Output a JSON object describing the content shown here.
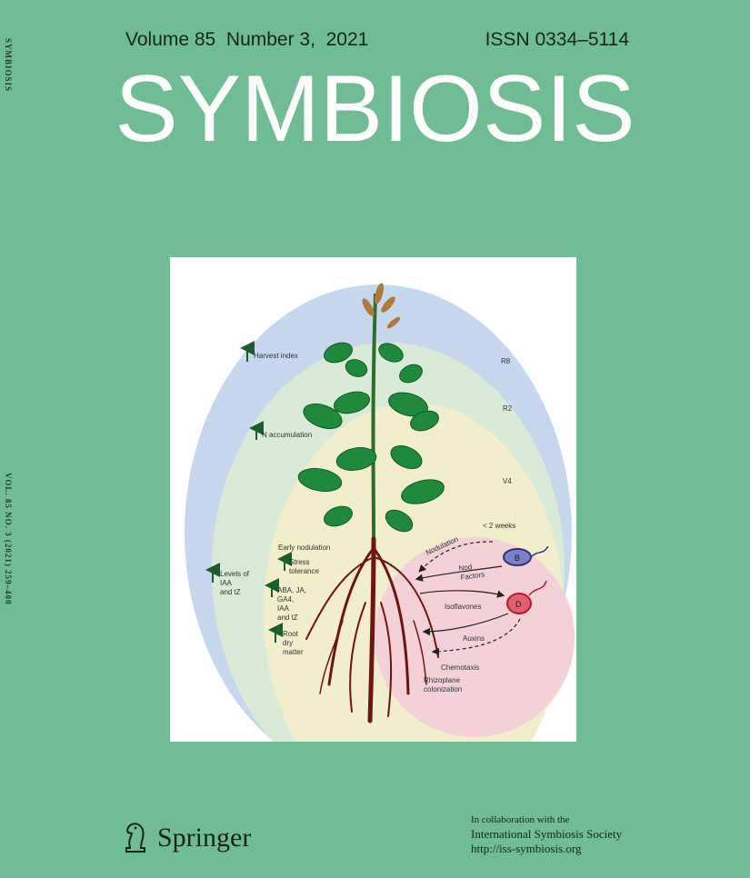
{
  "spine": {
    "title": "SYMBIOSIS",
    "volume_text": "VOL. 85 NO. 3 (2021) 259–400"
  },
  "header": {
    "issue": "Volume 85  Number 3,  2021",
    "issn": "ISSN 0334–5114",
    "title": "SYMBIOSIS"
  },
  "figure": {
    "labels": {
      "harvest": "Harvest index",
      "n_accum": "N accumulation",
      "r8": "R8",
      "r2": "R2",
      "v4": "V4",
      "weeks": "< 2 weeks",
      "early_nod": "Early nodulation",
      "stress1": "Stress",
      "stress2": "tolerance",
      "levels1": "Levels of",
      "levels2": "IAA",
      "levels3": "and tZ",
      "aba1": "ABA, JA,",
      "aba2": "GA4,",
      "aba3": "IAA",
      "aba4": "and tZ",
      "root1": "Root",
      "root2": "dry",
      "root3": "matter",
      "nodulation": "Nodulation",
      "nod": "Nod",
      "factors": "Factors",
      "isoflavones": "Isoflavones",
      "auxins": "Auxins",
      "chemotaxis": "Chemotaxis",
      "rhizo1": "Rhizoplane",
      "rhizo2": "colonization",
      "bact_b": "B",
      "bact_d": "D"
    },
    "colors": {
      "outer": "#c7d8ee",
      "middle": "#d9ead7",
      "inner": "#f2eecb",
      "rhizo": "#f4d1d6",
      "leaf": "#1f8a3c",
      "root": "#6e1414",
      "arrow_up": "#1a5e2b"
    },
    "icons": {
      "up_arrow": "up-arrow-icon",
      "bacterium": "bacterium-icon"
    }
  },
  "footer": {
    "publisher": "Springer",
    "collab_line1": "In collaboration with the",
    "collab_line2": "International Symbiosis Society",
    "collab_line3": "http://iss-symbiosis.org"
  }
}
